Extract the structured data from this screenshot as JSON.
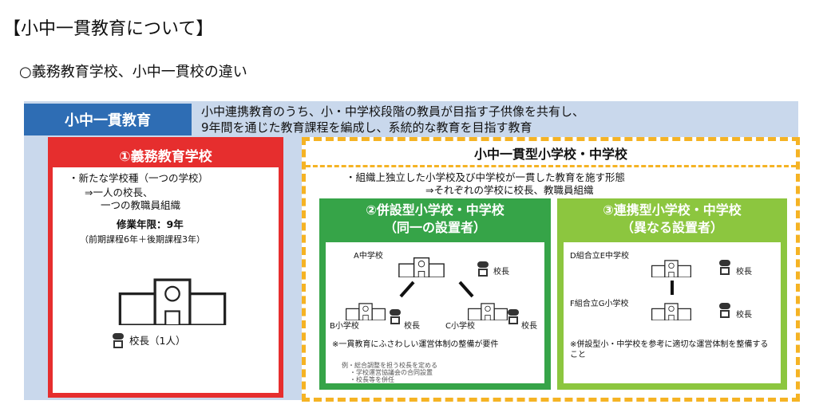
{
  "title": "【小中一貫教育について】",
  "subtitle": "○義務教育学校、小中一貫校の違い",
  "diagram": {
    "header_label": "小中一貫教育",
    "definition": [
      "小中連携教育のうち、小・中学校段階の教員が目指す子供像を共有し、",
      "9年間を通じた教育課程を編成し、系統的な教育を目指す教育"
    ],
    "gimu": {
      "title": "①義務教育学校",
      "lines": [
        "・新たな学校種（一つの学校）",
        "⇒一人の校長、",
        "一つの教職員組織"
      ],
      "years": "修業年限：9年",
      "years_detail": "（前期課程6年＋後期課程3年）",
      "principal": "校長（1人）"
    },
    "ikkan": {
      "title": "小中一貫型小学校・中学校",
      "lines": [
        "・組織上独立した小学校及び中学校が一貫した教育を施す形態",
        "⇒それぞれの学校に校長、教職員組織"
      ],
      "heisetsu": {
        "title": "②併設型小学校・中学校",
        "subtitle": "（同一の設置者）",
        "school_a": "A中学校",
        "school_b": "B小学校",
        "school_c": "C小学校",
        "principal": "校長",
        "note": "※一貫教育にふさわしい運営体制の整備が要件",
        "examples": [
          "例・総合調整を担う校長を定める",
          "・学校運営協議会の合同設置",
          "・校長等を併任"
        ]
      },
      "renkei": {
        "title": "③連携型小学校・中学校",
        "subtitle": "（異なる設置者）",
        "school_d": "D組合立E中学校",
        "school_f": "F組合立G小学校",
        "principal": "校長",
        "note": "※併設型小・中学校を参考に適切な運営体制を整備すること"
      }
    }
  }
}
